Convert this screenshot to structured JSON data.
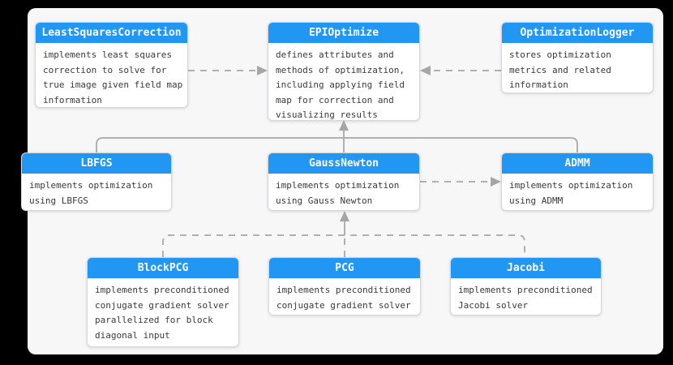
{
  "colors": {
    "header_blue": "#2196f3",
    "header_text": "#ffffff",
    "body_text": "#3a3a3a",
    "box_border": "#d7d7d7",
    "connector": "#b0b0b0",
    "connector_head": "#a6a6a6",
    "panel_bg": "#f7f7f8"
  },
  "diagram": {
    "nodes": {
      "least_squares_correction": {
        "title": "LeastSquaresCorrection",
        "body": "implements least squares\ncorrection to solve for\ntrue image given field map\ninformation"
      },
      "epi_optimize": {
        "title": "EPIOptimize",
        "body": "defines attributes and\nmethods of optimization,\nincluding applying field\nmap for correction and\nvisualizing results"
      },
      "optimization_logger": {
        "title": "OptimizationLogger",
        "body": "stores optimization\nmetrics and related\ninformation"
      },
      "lbfgs": {
        "title": "LBFGS",
        "body": "implements optimization\nusing LBFGS"
      },
      "gauss_newton": {
        "title": "GaussNewton",
        "body": "implements optimization\nusing Gauss Newton"
      },
      "admm": {
        "title": "ADMM",
        "body": "implements optimization\nusing ADMM"
      },
      "block_pcg": {
        "title": "BlockPCG",
        "body": "implements preconditioned\nconjugate gradient solver\nparallelized for block\ndiagonal input"
      },
      "pcg": {
        "title": "PCG",
        "body": "implements preconditioned\nconjugate gradient solver"
      },
      "jacobi": {
        "title": "Jacobi",
        "body": "implements preconditioned\nJacobi solver"
      }
    },
    "edges": [
      {
        "from": "LeastSquaresCorrection",
        "to": "EPIOptimize",
        "style": "dashed-arrow"
      },
      {
        "from": "OptimizationLogger",
        "to": "EPIOptimize",
        "style": "dashed-arrow"
      },
      {
        "from": "LBFGS",
        "to": "EPIOptimize",
        "style": "solid"
      },
      {
        "from": "GaussNewton",
        "to": "EPIOptimize",
        "style": "solid-arrow"
      },
      {
        "from": "ADMM",
        "to": "EPIOptimize",
        "style": "solid"
      },
      {
        "from": "GaussNewton",
        "to": "ADMM",
        "style": "dashed-arrow"
      },
      {
        "from": "BlockPCG",
        "to": "GaussNewton",
        "style": "dashed-arrow"
      },
      {
        "from": "PCG",
        "to": "GaussNewton",
        "style": "dashed-arrow"
      },
      {
        "from": "Jacobi",
        "to": "GaussNewton",
        "style": "dashed-arrow"
      }
    ]
  }
}
